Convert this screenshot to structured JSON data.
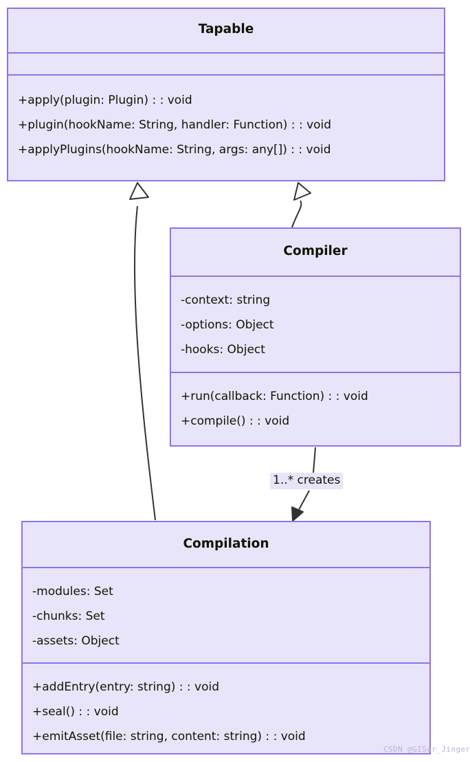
{
  "diagram": {
    "type": "uml-class-diagram",
    "background_color": "#ffffff",
    "class_fill_color": "#e8e5fb",
    "class_border_color": "#9370e8",
    "edge_color": "#333333",
    "text_color": "#131300",
    "classes": [
      {
        "id": "tapable",
        "name": "Tapable",
        "attributes": [],
        "methods": [
          "+apply(plugin: Plugin) : : void",
          "+plugin(hookName: String, handler: Function) : : void",
          "+applyPlugins(hookName: String, args: any[]) : : void"
        ]
      },
      {
        "id": "compiler",
        "name": "Compiler",
        "attributes": [
          "-context: string",
          "-options: Object",
          "-hooks: Object"
        ],
        "methods": [
          "+run(callback: Function) : : void",
          "+compile() : : void"
        ]
      },
      {
        "id": "compilation",
        "name": "Compilation",
        "attributes": [
          "-modules: Set",
          "-chunks: Set",
          "-assets: Object"
        ],
        "methods": [
          "+addEntry(entry: string) : : void",
          "+seal() : : void",
          "+emitAsset(file: string, content: string) : : void"
        ]
      }
    ],
    "relationships": [
      {
        "id": "compiler-inherits-tapable",
        "from": "Compiler",
        "to": "Tapable",
        "kind": "inheritance",
        "arrow": "hollow-triangle",
        "label": ""
      },
      {
        "id": "compilation-inherits-tapable",
        "from": "Compilation",
        "to": "Tapable",
        "kind": "inheritance",
        "arrow": "hollow-triangle",
        "label": ""
      },
      {
        "id": "compiler-creates-compilation",
        "from": "Compiler",
        "to": "Compilation",
        "kind": "association",
        "arrow": "solid-arrow",
        "label": "1..* creates"
      }
    ]
  },
  "watermark": {
    "text": "CSDN @GISer_Jinger"
  }
}
